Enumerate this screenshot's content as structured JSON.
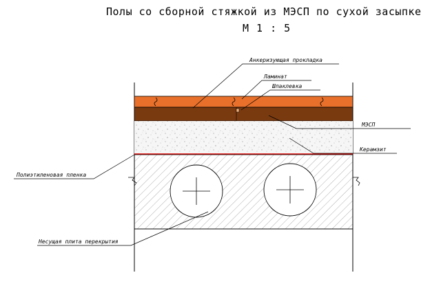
{
  "title": "Полы со сборной стяжкой из МЭСП по сухой засыпке",
  "scale": "М 1 : 5",
  "labels": {
    "anchoring_pad": "Анкеризующая прокладка",
    "laminate": "Ламинат",
    "putty": "Шпаклевка",
    "mesp": "МЭСП",
    "expanded_clay": "Керамзит",
    "polyethylene_film": "Полиэтиленовая пленка",
    "slab": "Несущая плита перекрытия"
  },
  "colors": {
    "laminate": "#e8702a",
    "mesp": "#7a3a10",
    "gravel": "#f2f2f2",
    "film": "#e00000",
    "slab_hatch": "#888888",
    "line": "#000000"
  }
}
